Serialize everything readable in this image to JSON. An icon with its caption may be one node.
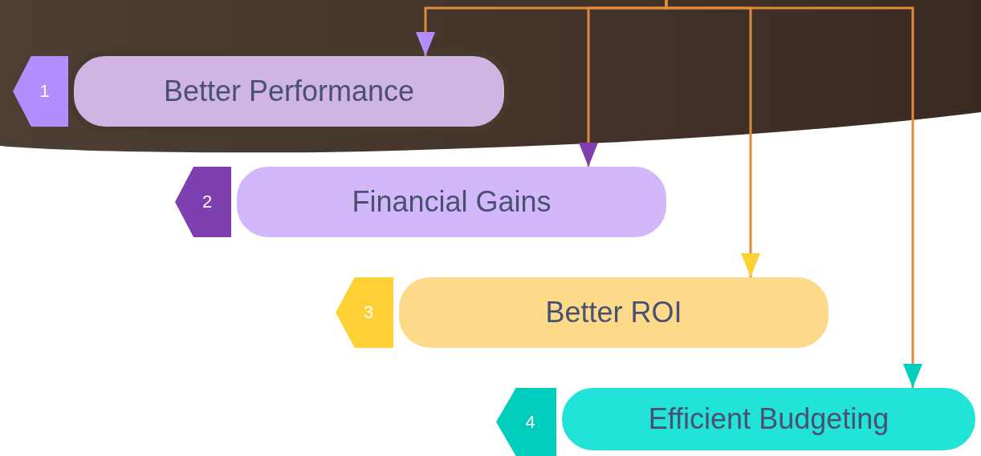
{
  "diagram": {
    "nodes": [
      {
        "text": [
          "1"
        ]
      },
      {
        "text": [
          "Better Performance"
        ]
      },
      {
        "text": [
          "2"
        ]
      },
      {
        "text": [
          "Financial Gains"
        ]
      },
      {
        "text": [
          "3"
        ]
      },
      {
        "text": [
          "Better ROI"
        ]
      },
      {
        "text": [
          "4"
        ]
      },
      {
        "text": [
          "Efficient Budgeting"
        ]
      }
    ],
    "edges": [
      {
        "from": null,
        "to": 1,
        "arrow": "to"
      },
      {
        "from": null,
        "to": 3,
        "arrow": "to"
      },
      {
        "from": null,
        "to": 5,
        "arrow": "to"
      },
      {
        "from": null,
        "to": 7,
        "arrow": "to"
      }
    ]
  }
}
